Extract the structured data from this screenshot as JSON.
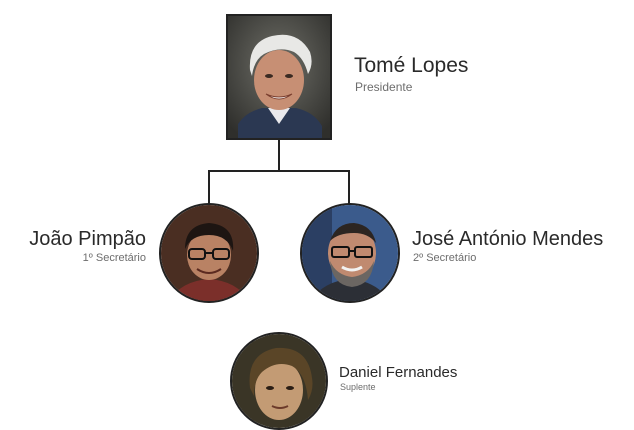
{
  "members": [
    {
      "id": "president",
      "name": "Tomé Lopes",
      "role": "Presidente",
      "photo": "portrait-photo"
    },
    {
      "id": "secretary1",
      "name": "João Pimpão",
      "role": "1º Secretário",
      "photo": "portrait-photo"
    },
    {
      "id": "secretary2",
      "name": "José António Mendes",
      "role": "2º Secretário",
      "photo": "portrait-photo"
    },
    {
      "id": "substitute",
      "name": "Daniel Fernandes",
      "role": "Suplente",
      "photo": "portrait-photo"
    }
  ],
  "colors": {
    "line": "#222222",
    "name_text": "#2a2a2a",
    "role_text": "#6d6d6d",
    "background": "#ffffff"
  }
}
